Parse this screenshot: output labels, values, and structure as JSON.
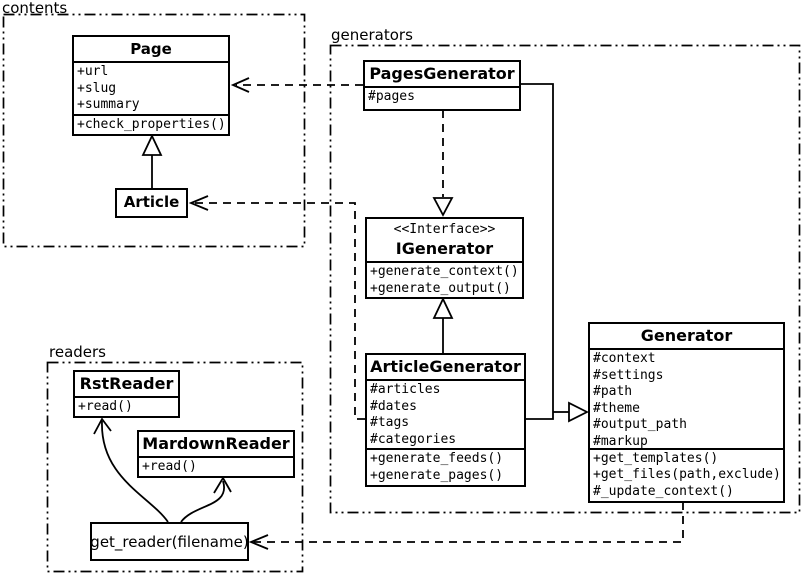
{
  "diagram_type": "uml-class-diagram",
  "colors": {
    "stroke": "#000000",
    "background": "#ffffff"
  },
  "packages": {
    "contents": {
      "label": "contents"
    },
    "generators": {
      "label": "generators"
    },
    "readers": {
      "label": "readers"
    }
  },
  "classes": {
    "page": {
      "name": "Page",
      "attributes": [
        "+url",
        "+slug",
        "+summary"
      ],
      "methods": [
        "+check_properties()"
      ]
    },
    "article": {
      "name": "Article",
      "attributes": [],
      "methods": []
    },
    "pages_generator": {
      "name": "PagesGenerator",
      "attributes": [
        "#pages"
      ],
      "methods": []
    },
    "igenerator": {
      "stereotype": "<<Interface>>",
      "name": "IGenerator",
      "attributes": [],
      "methods": [
        "+generate_context()",
        "+generate_output()"
      ]
    },
    "article_generator": {
      "name": "ArticleGenerator",
      "attributes": [
        "#articles",
        "#dates",
        "#tags",
        "#categories"
      ],
      "methods": [
        "+generate_feeds()",
        "+generate_pages()"
      ]
    },
    "generator": {
      "name": "Generator",
      "attributes": [
        "#context",
        "#settings",
        "#path",
        "#theme",
        "#output_path",
        "#markup"
      ],
      "methods": [
        "+get_templates()",
        "+get_files(path,exclude)",
        "#_update_context()"
      ]
    },
    "rst_reader": {
      "name": "RstReader",
      "attributes": [],
      "methods": [
        "+read()"
      ]
    },
    "mardown_reader": {
      "name": "MardownReader",
      "attributes": [],
      "methods": [
        "+read()"
      ]
    }
  },
  "function_box": {
    "label": "get_reader(filename)"
  },
  "relations": [
    {
      "from": "Article",
      "to": "Page",
      "type": "inheritance"
    },
    {
      "from": "PagesGenerator",
      "to": "Page",
      "type": "dependency"
    },
    {
      "from": "ArticleGenerator",
      "to": "Article",
      "type": "dependency"
    },
    {
      "from": "PagesGenerator",
      "to": "IGenerator",
      "type": "realization"
    },
    {
      "from": "ArticleGenerator",
      "to": "IGenerator",
      "type": "inheritance"
    },
    {
      "from": "PagesGenerator",
      "to": "Generator",
      "type": "inheritance"
    },
    {
      "from": "ArticleGenerator",
      "to": "Generator",
      "type": "inheritance"
    },
    {
      "from": "Generator",
      "to": "get_reader(filename)",
      "type": "dependency"
    },
    {
      "from": "get_reader(filename)",
      "to": "RstReader",
      "type": "call"
    },
    {
      "from": "get_reader(filename)",
      "to": "MardownReader",
      "type": "call"
    }
  ]
}
